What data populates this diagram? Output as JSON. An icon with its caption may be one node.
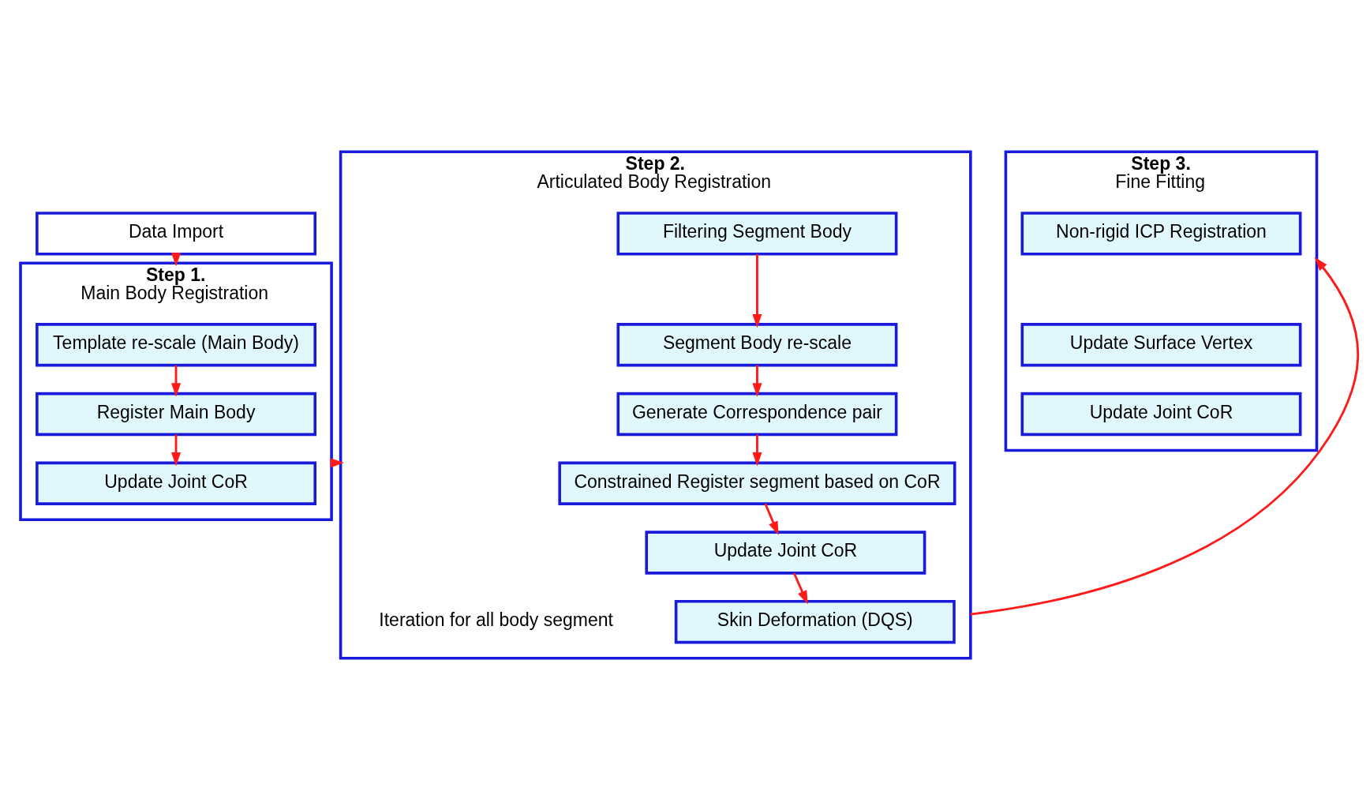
{
  "diagram": {
    "nodes": [
      {
        "text": [
          "Data Import"
        ]
      },
      {
        "text": [
          "Step 1.",
          "Main Body Registration"
        ]
      },
      {
        "text": [
          "Template re-scale (Main Body)"
        ],
        "in": 1
      },
      {
        "text": [
          "Register Main Body"
        ],
        "in": 1
      },
      {
        "text": [
          "Update Joint CoR"
        ],
        "in": 1
      },
      {
        "text": [
          "Step 2.",
          "Articulated Body Registration"
        ],
        "beside": [
          "Iteration for all body segment"
        ]
      },
      {
        "text": [
          "Filtering Segment Body"
        ],
        "in": 5
      },
      {
        "text": [
          "Segment Body re-scale"
        ],
        "in": 5
      },
      {
        "text": [
          "Generate Correspondence pair"
        ],
        "in": 5
      },
      {
        "text": [
          "Constrained Register segment based on CoR"
        ],
        "in": 5
      },
      {
        "text": [
          "Update Joint CoR"
        ],
        "in": 5
      },
      {
        "text": [
          "Skin Deformation (DQS)"
        ],
        "in": 5
      },
      {
        "text": [
          "Step 3.",
          "Fine Fitting"
        ]
      },
      {
        "text": [
          "Non-rigid ICP Registration"
        ],
        "in": 12
      },
      {
        "text": [
          "Update Surface Vertex"
        ],
        "in": 12
      },
      {
        "text": [
          "Update Joint CoR"
        ],
        "in": 12
      }
    ],
    "edges": [
      {
        "from": 0,
        "to": 1,
        "arrow": "to"
      },
      {
        "from": 2,
        "to": 3,
        "arrow": "to"
      },
      {
        "from": 3,
        "to": 4,
        "arrow": "to"
      },
      {
        "from": 1,
        "to": 5,
        "arrow": "to"
      },
      {
        "from": 6,
        "to": 7,
        "arrow": "to"
      },
      {
        "from": 7,
        "to": 8,
        "arrow": "to"
      },
      {
        "from": 8,
        "to": 9,
        "arrow": "to"
      },
      {
        "from": 9,
        "to": 10,
        "arrow": "to"
      },
      {
        "from": 10,
        "to": 11,
        "arrow": "to"
      },
      {
        "from": 5,
        "to": 12,
        "arrow": "to"
      }
    ]
  }
}
